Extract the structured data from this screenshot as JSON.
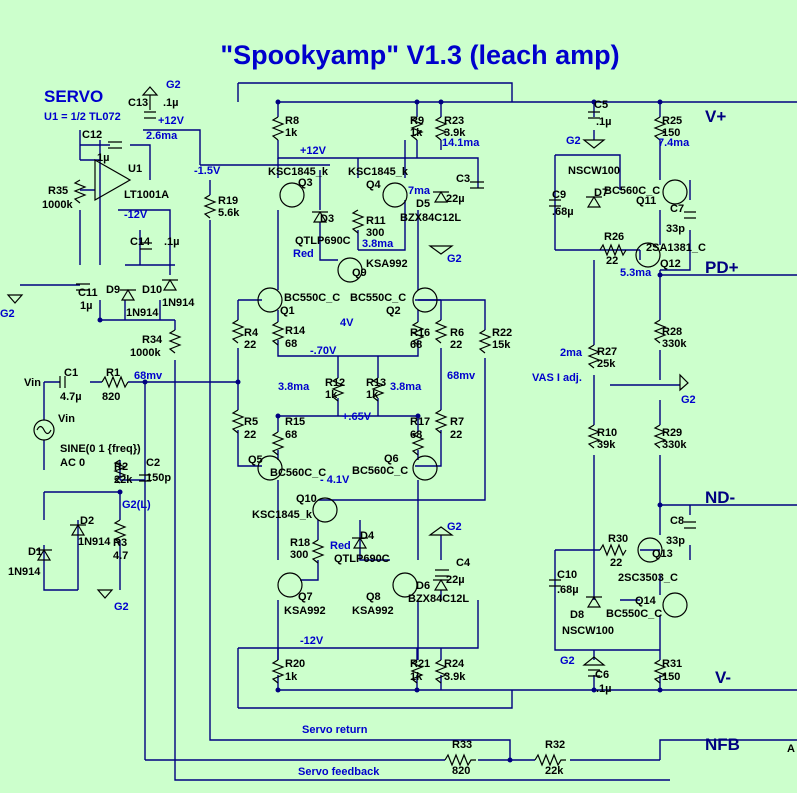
{
  "title": "\"Spookyamp\" V1.3 (leach amp)",
  "servo": {
    "heading": "SERVO",
    "note": "U1 = 1/2 TL072"
  },
  "rails": {
    "vplus": "V+",
    "pdplus": "PD+",
    "ndminus": "ND-",
    "vminus": "V-",
    "nfb": "NFB",
    "a": "A"
  },
  "components": [
    {
      "ref": "C13",
      "val": ".1µ"
    },
    {
      "ref": "C12",
      "val": "1µ"
    },
    {
      "ref": "U1",
      "val": "LT1001A"
    },
    {
      "ref": "R35",
      "val": "1000k"
    },
    {
      "ref": "C11",
      "val": "1µ"
    },
    {
      "ref": "D9",
      "val": "1N914"
    },
    {
      "ref": "D10",
      "val": "1N914"
    },
    {
      "ref": "R34",
      "val": "1000k"
    },
    {
      "ref": "C14",
      "val": ".1µ"
    },
    {
      "ref": "R19",
      "val": "5.6k"
    },
    {
      "ref": "C1",
      "val": "4.7µ"
    },
    {
      "ref": "R1",
      "val": "820"
    },
    {
      "ref": "Vin",
      "val": "SINE(0 1 {freq})"
    },
    {
      "ref": "R2",
      "val": "22k"
    },
    {
      "ref": "C2",
      "val": "150p"
    },
    {
      "ref": "R3",
      "val": "4.7"
    },
    {
      "ref": "D1",
      "val": "1N914"
    },
    {
      "ref": "D2",
      "val": "1N914"
    },
    {
      "ref": "R8",
      "val": "1k"
    },
    {
      "ref": "Q3",
      "val": "KSC1845_k"
    },
    {
      "ref": "Q4",
      "val": "KSC1845_k"
    },
    {
      "ref": "D3",
      "val": "QTLP690C"
    },
    {
      "ref": "R11",
      "val": "300"
    },
    {
      "ref": "R9",
      "val": "1k"
    },
    {
      "ref": "R23",
      "val": "3.9k"
    },
    {
      "ref": "C3",
      "val": "22µ"
    },
    {
      "ref": "D5",
      "val": "BZX84C12L"
    },
    {
      "ref": "Q9",
      "val": "KSA992"
    },
    {
      "ref": "Q1",
      "val": "BC550C_C"
    },
    {
      "ref": "Q2",
      "val": "BC550C_C"
    },
    {
      "ref": "R4",
      "val": "22"
    },
    {
      "ref": "R14",
      "val": "68"
    },
    {
      "ref": "R16",
      "val": "68"
    },
    {
      "ref": "R6",
      "val": "22"
    },
    {
      "ref": "R22",
      "val": "15k"
    },
    {
      "ref": "R12",
      "val": "1k"
    },
    {
      "ref": "R13",
      "val": "1k"
    },
    {
      "ref": "R5",
      "val": "22"
    },
    {
      "ref": "R15",
      "val": "68"
    },
    {
      "ref": "R17",
      "val": "68"
    },
    {
      "ref": "R7",
      "val": "22"
    },
    {
      "ref": "Q5",
      "val": "BC560C_C"
    },
    {
      "ref": "Q6",
      "val": "BC560C_C"
    },
    {
      "ref": "Q10",
      "val": "KSC1845_k"
    },
    {
      "ref": "R18",
      "val": "300"
    },
    {
      "ref": "D4",
      "val": "QTLP690C"
    },
    {
      "ref": "C4",
      "val": "22µ"
    },
    {
      "ref": "D6",
      "val": "BZX84C12L"
    },
    {
      "ref": "Q7",
      "val": "KSA992"
    },
    {
      "ref": "Q8",
      "val": "KSA992"
    },
    {
      "ref": "R20",
      "val": "1k"
    },
    {
      "ref": "R21",
      "val": "1k"
    },
    {
      "ref": "R24",
      "val": "3.9k"
    },
    {
      "ref": "C5",
      "val": ".1µ"
    },
    {
      "ref": "R25",
      "val": "150"
    },
    {
      "ref": "C9",
      "val": ".68µ"
    },
    {
      "ref": "D7",
      "val": "NSCW100"
    },
    {
      "ref": "Q11",
      "val": "BC560C_C"
    },
    {
      "ref": "C7",
      "val": "33p"
    },
    {
      "ref": "R26",
      "val": "22"
    },
    {
      "ref": "Q12",
      "val": "2SA1381_C"
    },
    {
      "ref": "R28",
      "val": "330k"
    },
    {
      "ref": "R27",
      "val": "25k"
    },
    {
      "ref": "R10",
      "val": "39k"
    },
    {
      "ref": "R29",
      "val": "330k"
    },
    {
      "ref": "C8",
      "val": "33p"
    },
    {
      "ref": "R30",
      "val": "22"
    },
    {
      "ref": "Q13",
      "val": "2SC3503_C"
    },
    {
      "ref": "C10",
      "val": ".68µ"
    },
    {
      "ref": "D8",
      "val": "NSCW100"
    },
    {
      "ref": "Q14",
      "val": "BC550C_C"
    },
    {
      "ref": "C6",
      "val": ".1µ"
    },
    {
      "ref": "R31",
      "val": "150"
    },
    {
      "ref": "R33",
      "val": "820"
    },
    {
      "ref": "R32",
      "val": "22k"
    }
  ],
  "annotations": {
    "g2": "G2",
    "g2l": "G2(L)",
    "plus12": "+12V",
    "minus12": "-12V",
    "minus15": "-1.5V",
    "i26": "2.6ma",
    "i141": "14.1ma",
    "i7": "7ma",
    "i38a": "3.8ma",
    "i74": "7.4ma",
    "i53": "5.3ma",
    "i2": "2ma",
    "vasadj": "VAS I adj.",
    "v4": "4V",
    "vm70": "-.70V",
    "i38b": "3.8ma",
    "i38c": "3.8ma",
    "mv68a": "68mv",
    "mv68b": "68mv",
    "vp65": "+.65V",
    "vm41": "- 4.1V",
    "red": "Red",
    "ac0": "AC 0",
    "servoreturn": "Servo return",
    "servofeedback": "Servo feedback"
  }
}
